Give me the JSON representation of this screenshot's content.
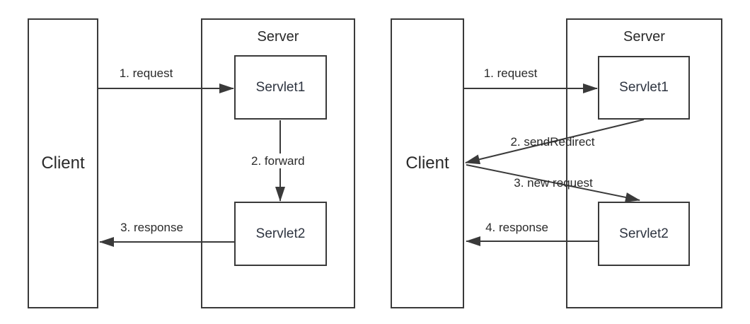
{
  "colors": {
    "line": "#3a3a3a",
    "text": "#2a2a2a",
    "background": "#ffffff"
  },
  "left_diagram": {
    "client_label": "Client",
    "server_label": "Server",
    "servlet1_label": "Servlet1",
    "servlet2_label": "Servlet2",
    "arrows": [
      {
        "label": "1. request"
      },
      {
        "label": "2. forward"
      },
      {
        "label": "3. response"
      }
    ]
  },
  "right_diagram": {
    "client_label": "Client",
    "server_label": "Server",
    "servlet1_label": "Servlet1",
    "servlet2_label": "Servlet2",
    "arrows": [
      {
        "label": "1. request"
      },
      {
        "label": "2. sendRedirect"
      },
      {
        "label": "3. new request"
      },
      {
        "label": "4. response"
      }
    ]
  }
}
